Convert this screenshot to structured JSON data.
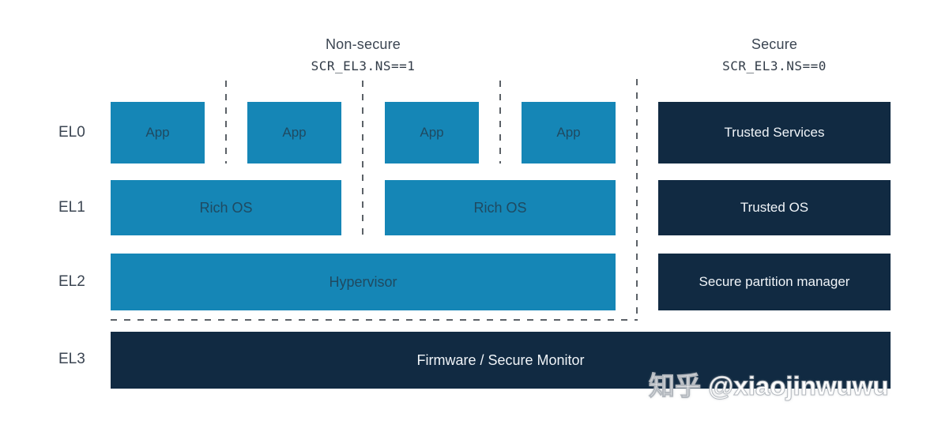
{
  "header": {
    "non_secure": {
      "title": "Non-secure",
      "condition": "SCR_EL3.NS==1"
    },
    "secure": {
      "title": "Secure",
      "condition": "SCR_EL3.NS==0"
    }
  },
  "exception_levels": [
    "EL0",
    "EL1",
    "EL2",
    "EL3"
  ],
  "non_secure_world": {
    "el0_apps": [
      "App",
      "App",
      "App",
      "App"
    ],
    "el1_oses": [
      "Rich OS",
      "Rich OS"
    ],
    "el2_hypervisor": "Hypervisor"
  },
  "secure_world": {
    "el0_trusted_services": "Trusted Services",
    "el1_trusted_os": "Trusted OS",
    "el2_secure_partition_manager": "Secure partition manager"
  },
  "el3_firmware": "Firmware / Secure Monitor",
  "watermark": {
    "text": "知乎 @xiaojinwuwu"
  },
  "colors": {
    "light_blue_box": "#1586b6",
    "dark_navy_box": "#112a42",
    "text_on_light_box": "#1f4a61",
    "text_on_dark_box": "#f0f4f8",
    "label_text": "#3b4552",
    "dashed_line": "#5b6167",
    "background": "#ffffff"
  }
}
